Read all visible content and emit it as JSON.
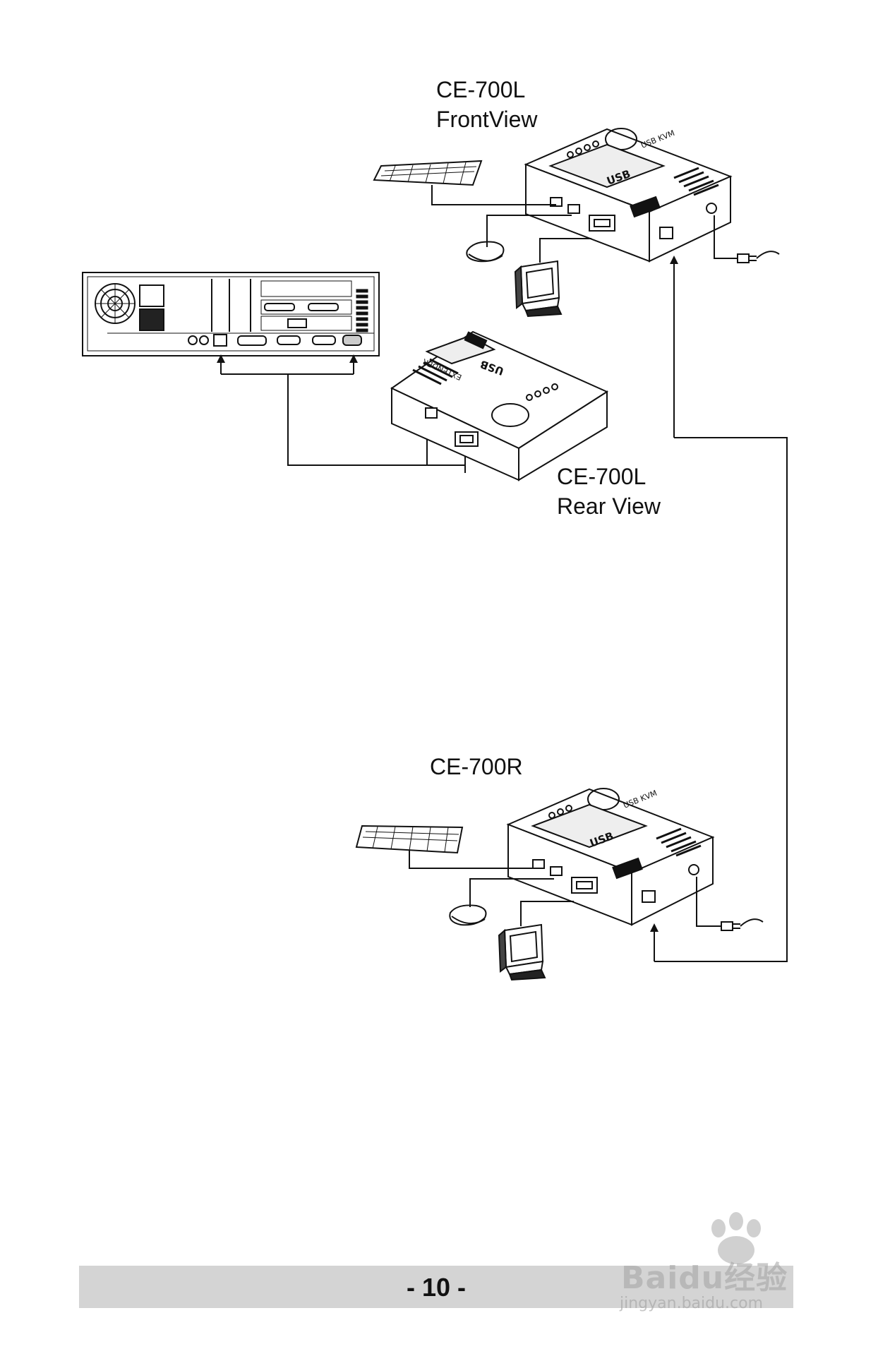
{
  "labels": {
    "local_front_line1": "CE-700L",
    "local_front_line2": "FrontView",
    "local_rear_line1": "CE-700L",
    "local_rear_line2": "Rear View",
    "remote_line1": "CE-700R"
  },
  "device": {
    "brand_top": "USB KVM",
    "brand_bottom": "EXTENDER",
    "logo": "USB"
  },
  "footer": {
    "page_number": "- 10 -"
  },
  "watermark": {
    "brand": "Baidu经验",
    "url": "jingyan.baidu.com"
  },
  "icons": [
    "keyboard-icon",
    "mouse-icon",
    "monitor-icon",
    "power-adapter-icon",
    "computer-rear-panel",
    "kvm-extender-unit"
  ],
  "colors": {
    "line": "#111111",
    "footer_bar": "#d4d4d4",
    "watermark": "#a0a0a0"
  }
}
